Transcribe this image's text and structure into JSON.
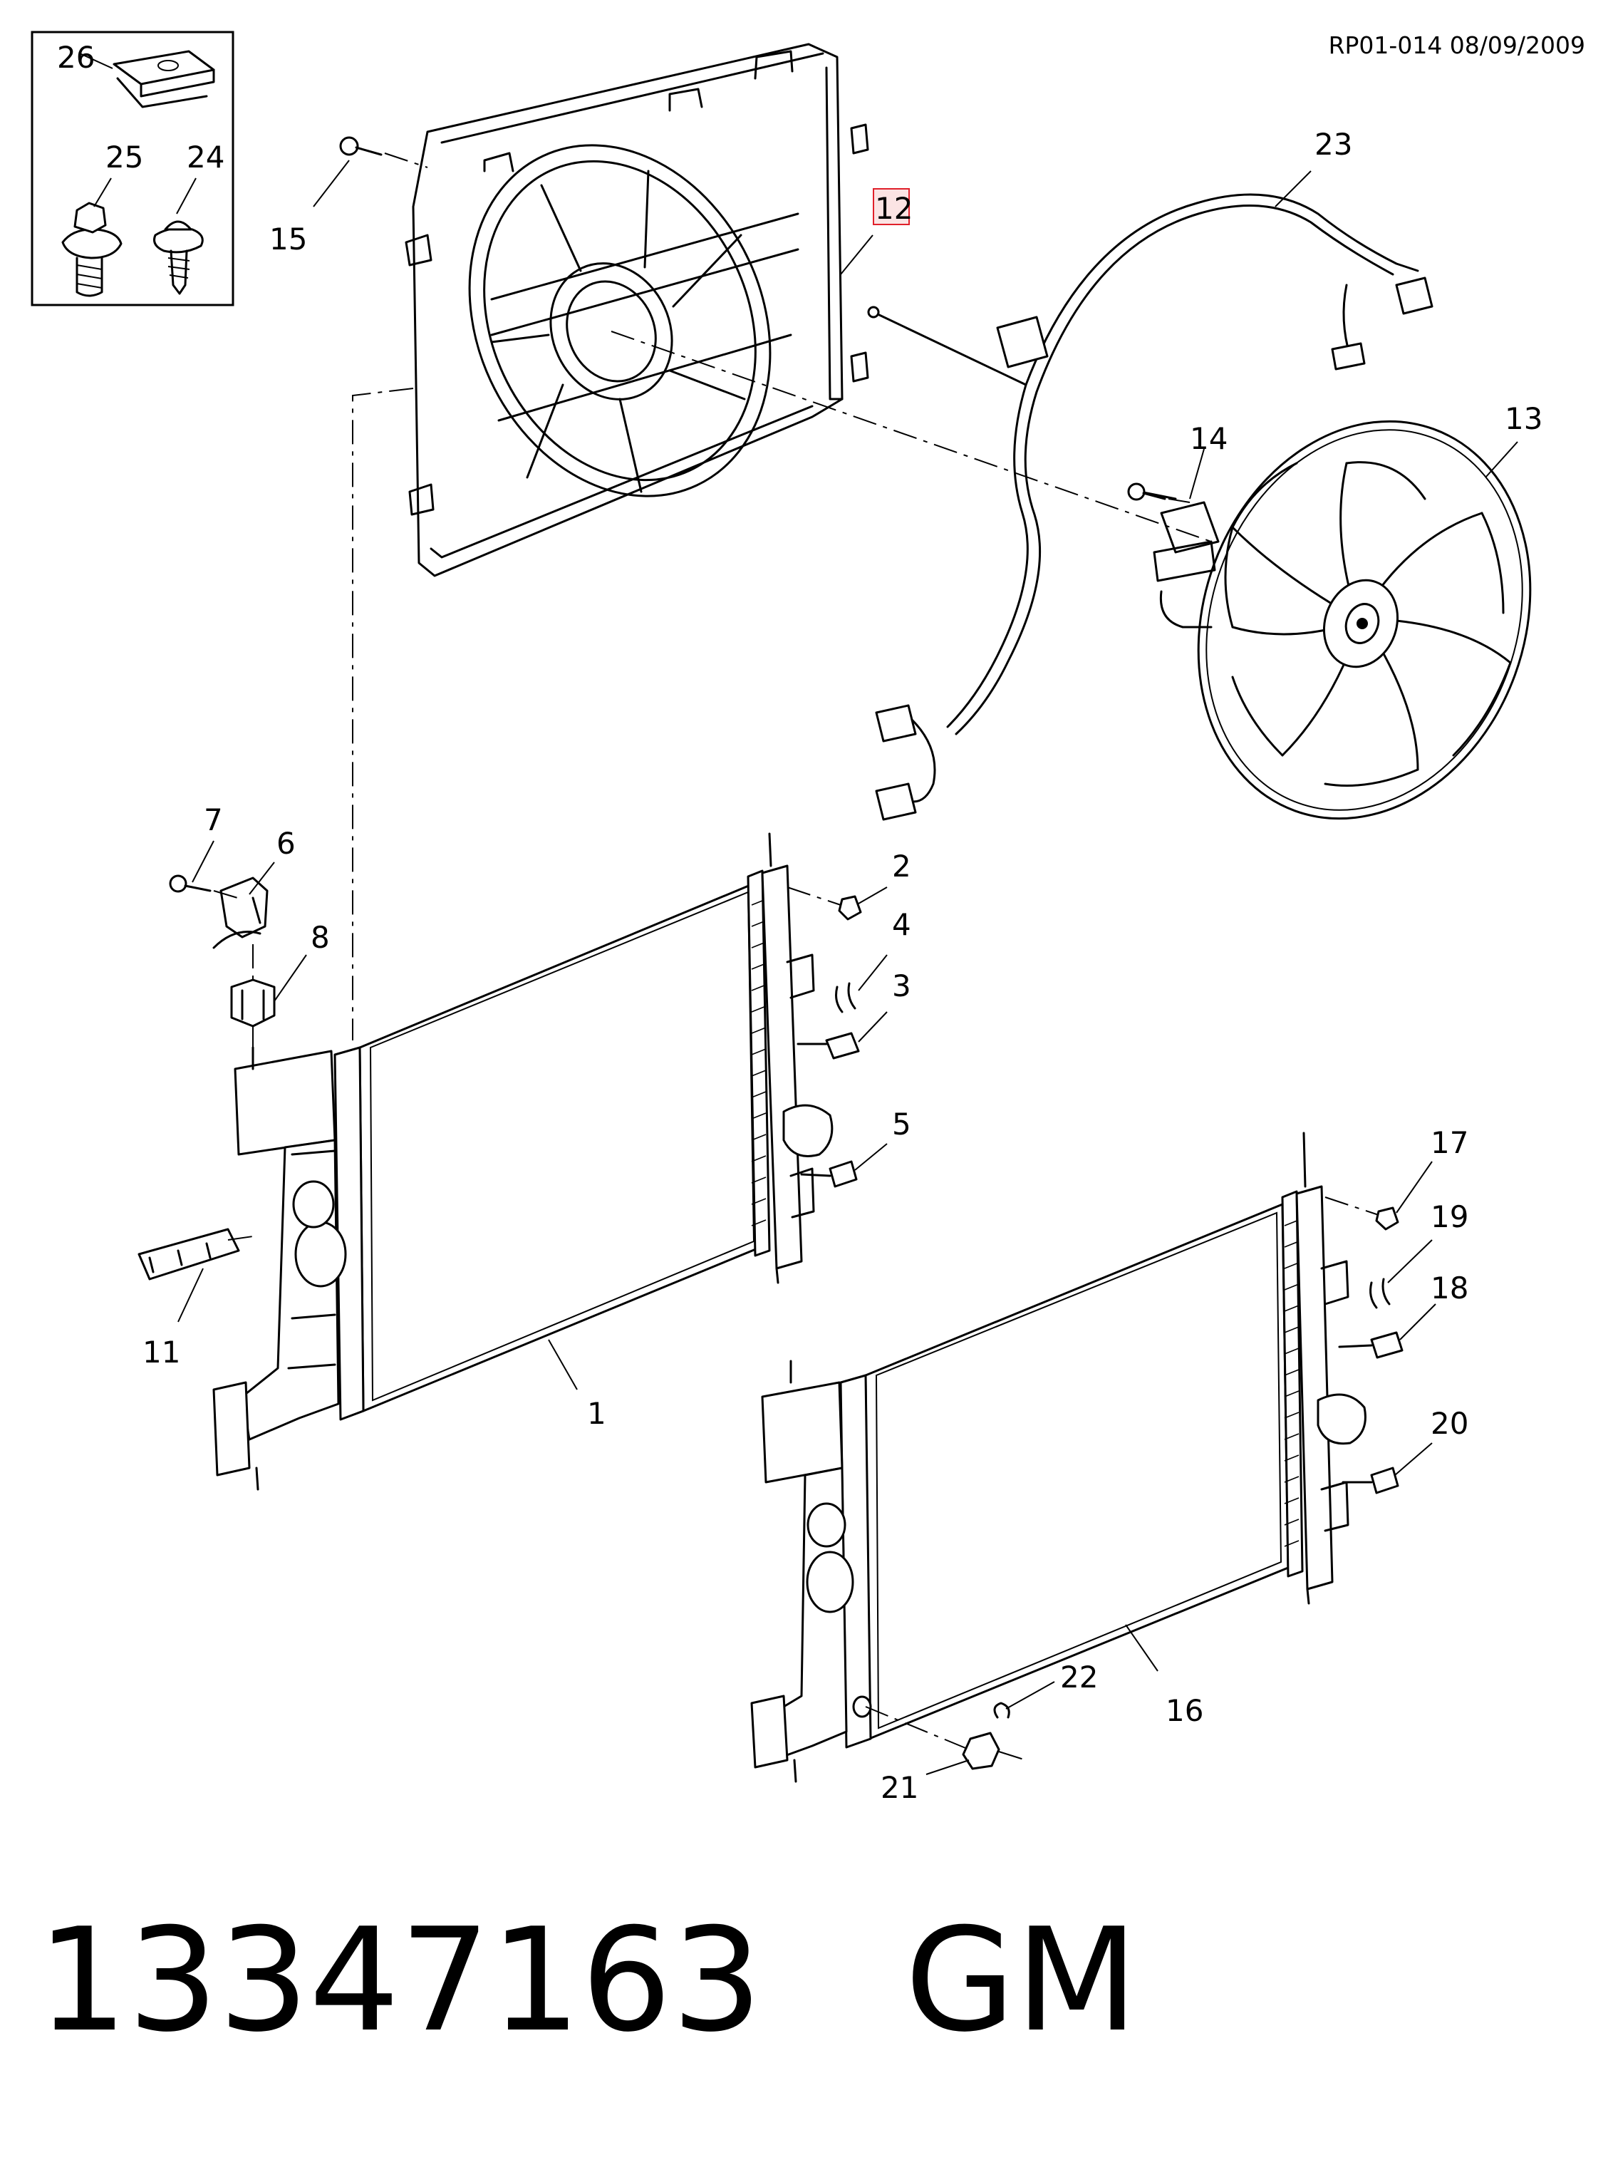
{
  "header": {
    "reference_code": "RP01-014 08/09/2009"
  },
  "caption": {
    "part_number": "13347163",
    "brand": "GM"
  },
  "highlight_color": "#e0202a",
  "highlighted_callout": "12",
  "callouts": {
    "c1": "1",
    "c2": "2",
    "c3": "3",
    "c4": "4",
    "c5": "5",
    "c6": "6",
    "c7": "7",
    "c8": "8",
    "c11": "11",
    "c12": "12",
    "c13": "13",
    "c14": "14",
    "c15": "15",
    "c16": "16",
    "c17": "17",
    "c18": "18",
    "c19": "19",
    "c20": "20",
    "c21": "21",
    "c22": "22",
    "c23": "23",
    "c24": "24",
    "c25": "25",
    "c26": "26"
  }
}
